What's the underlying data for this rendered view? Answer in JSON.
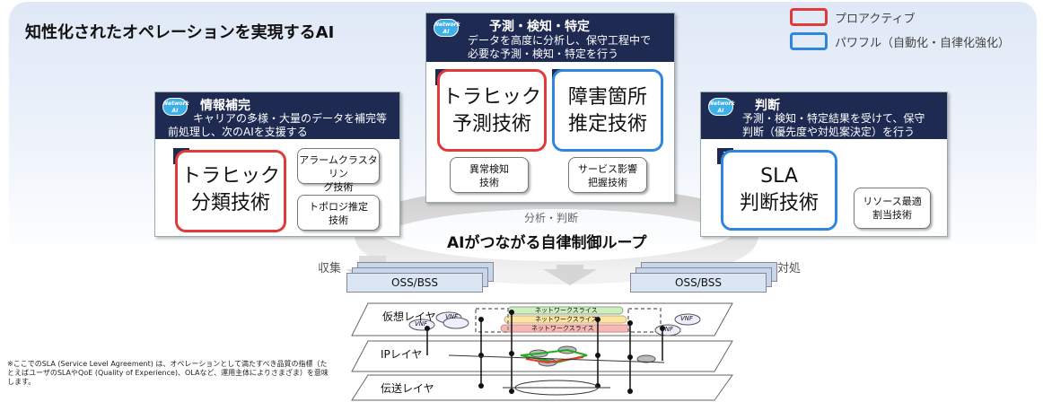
{
  "title": "知性化されたオペレーションを実現するAI",
  "legend": {
    "proactive": "プロアクティブ",
    "powerful": "パワフル（自動化・自律化強化）"
  },
  "ai_icon_text": "Network AI",
  "card_left": {
    "title": "情報補完",
    "desc_1": "キャリアの多様・大量のデータを補完等",
    "desc_2": "前処理し、次のAIを支援する",
    "num": "1",
    "main": [
      "トラヒック",
      "分類技術"
    ],
    "sub1": [
      "アラームクラスタリン",
      "グ技術"
    ],
    "sub2": [
      "トポロジ推定",
      "技術"
    ]
  },
  "card_center": {
    "title": "予測・検知・特定",
    "desc_1": "データを高度に分析し、保守工程中で",
    "desc_2": "必要な予測・検知・特定を行う",
    "num1": "1",
    "main1": [
      "トラヒック",
      "予測技術"
    ],
    "num2": "2",
    "main2": [
      "障害箇所",
      "推定技術"
    ],
    "sub1": [
      "異常検知",
      "技術"
    ],
    "sub2": [
      "サービス影響",
      "把握技術"
    ]
  },
  "card_right": {
    "title": "判断",
    "desc_1": "予測・検知・特定結果を受けて、保守",
    "desc_2": "判断（優先度や対処案決定）を行う",
    "num": "3",
    "main": [
      "SLA",
      "判断技術"
    ],
    "sub": [
      "リソース最適",
      "割当技術"
    ]
  },
  "loop": {
    "label": "AIがつながる自律制御ループ",
    "analysis": "分析・判断",
    "collect": "収集",
    "action": "対処"
  },
  "oss_left": "OSS/BSS",
  "oss_right": "OSS/BSS",
  "layers": {
    "virtual": "仮想レイヤ",
    "ip": "IPレイヤ",
    "transport": "伝送レイヤ",
    "slice": "ネットワークスライス",
    "vnf": "VNF"
  },
  "footnote": "※ここでのSLA (Service Level Agreement) は、オペレーションとして満たすべき品質の指標（たとえばユーザのSLAやQoE (Quality of Experience)、OLAなど、運用主体によりさまざま）を意味します。",
  "colors": {
    "navy": "#1e2a52",
    "red": "#e03a3a",
    "blue": "#2e86de"
  }
}
